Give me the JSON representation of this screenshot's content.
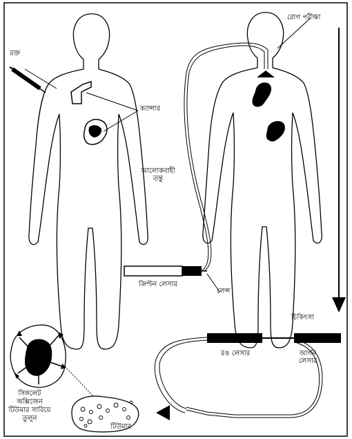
{
  "labels": {
    "test": "রোগ পরীক্ষা",
    "blood": "রক্ত",
    "cancer": "ক্যান্সার",
    "endoscope": "আলোকবাহী তন্তু",
    "crypton_laser": "ক্রিপ্টন লেসার",
    "lens": "লেন্স",
    "treatment": "চিকিৎসা",
    "dye_laser": "রঙ লেসার",
    "argon_laser": "আর্গন লেসার",
    "singlet_oxygen": "সিঙ্গলেট অক্সিজেন টিউমার সারিয়ে তুলুন",
    "tumour": "টিউমার"
  },
  "colors": {
    "ink": "#000000",
    "paper": "#ffffff"
  }
}
